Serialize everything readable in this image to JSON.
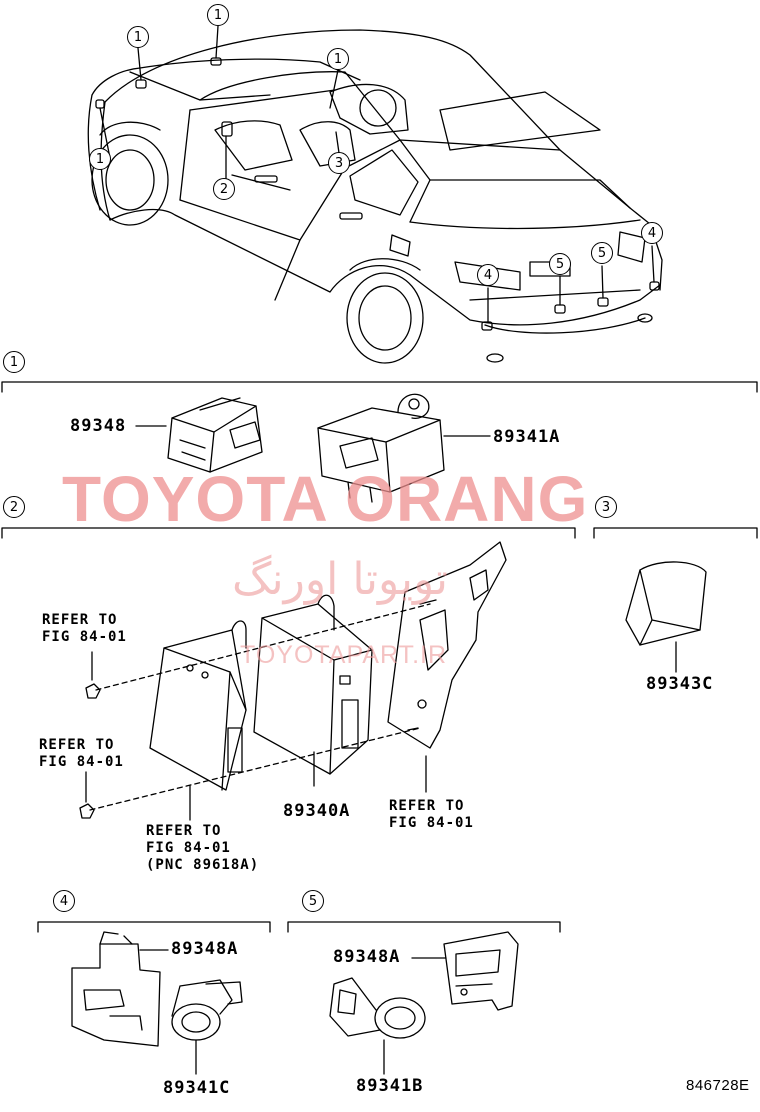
{
  "watermark": {
    "brand": "TOYOTA ORANG",
    "persian": "تویوتا اورنگ",
    "site": "TOYOTAPART.IR"
  },
  "diagram_id": "846728E",
  "callouts": {
    "c1": "1",
    "c2": "2",
    "c3": "3",
    "c4": "4",
    "c5": "5"
  },
  "parts": {
    "p89348": "89348",
    "p89341A": "89341A",
    "p89343C": "89343C",
    "p89340A": "89340A",
    "p89348A": "89348A",
    "p89341C": "89341C",
    "p89341B": "89341B"
  },
  "notes": {
    "refer_fig": "REFER TO\nFIG 84-01",
    "refer_fig_pnc": "REFER TO\nFIG 84-01\n(PNC 89618A)"
  }
}
